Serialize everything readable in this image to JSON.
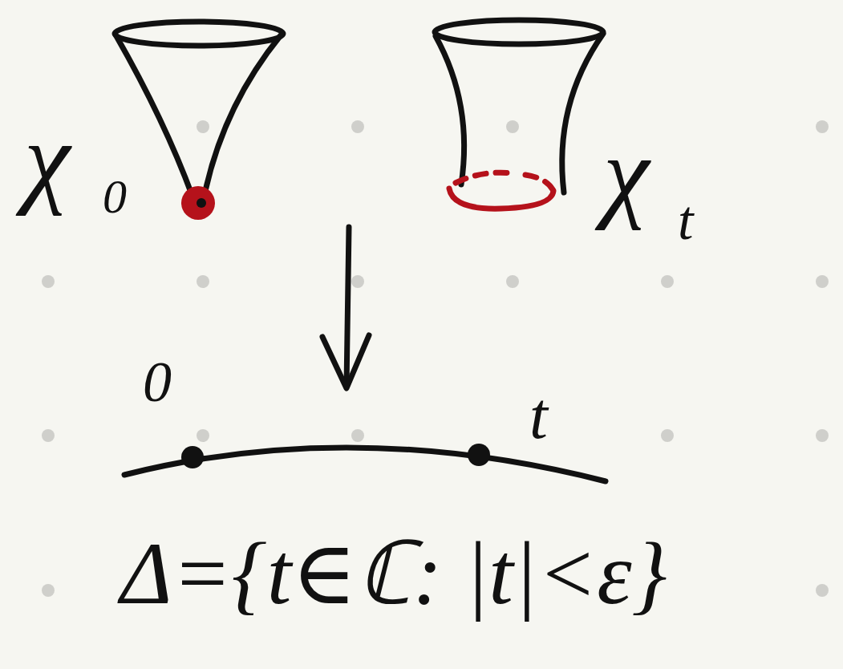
{
  "diagram": {
    "labels": [
      "χ",
      "0",
      "χ",
      "t",
      "0",
      "t",
      "Δ={t∈ℂ: |t|<ε}"
    ]
  }
}
